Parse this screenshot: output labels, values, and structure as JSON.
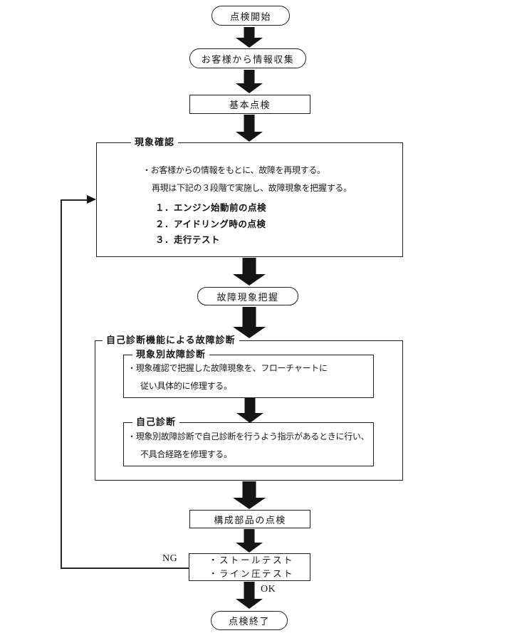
{
  "flowchart": {
    "start": "点検開始",
    "collect_info": "お客様から情報収集",
    "basic_inspection": "基本点検",
    "phenomenon_box": {
      "title": "現象確認",
      "line1": "・お客様からの情報をもとに、故障を再現する。",
      "line2": "再現は下記の３段階で実施し、故障現象を把握する。",
      "steps": [
        "１．エンジン始動前の点検",
        "２．アイドリング時の点検",
        "３．走行テスト"
      ]
    },
    "grasp_phenomenon": "故障現象把握",
    "self_diagnosis_box": {
      "title": "自己診断機能による故障診断",
      "sub1": {
        "title": "現象別故障診断",
        "line1": "・現象確認で把握した故障現象を、フローチャートに",
        "line2": "従い具体的に修理する。"
      },
      "sub2": {
        "title": "自己診断",
        "line1": "・現象別故障診断で自己診断を行うよう指示があるときに行い、",
        "line2": "不具合経路を修理する。"
      }
    },
    "component_inspection": "構成部品の点検",
    "tests": {
      "items": [
        "・ストールテスト",
        "・ライン圧テスト"
      ],
      "ng_label": "NG",
      "ok_label": "OK"
    },
    "end": "点検終了"
  },
  "colors": {
    "background": "#ffffff",
    "line": "#1f1f1f",
    "arrow_fill": "#141414"
  }
}
